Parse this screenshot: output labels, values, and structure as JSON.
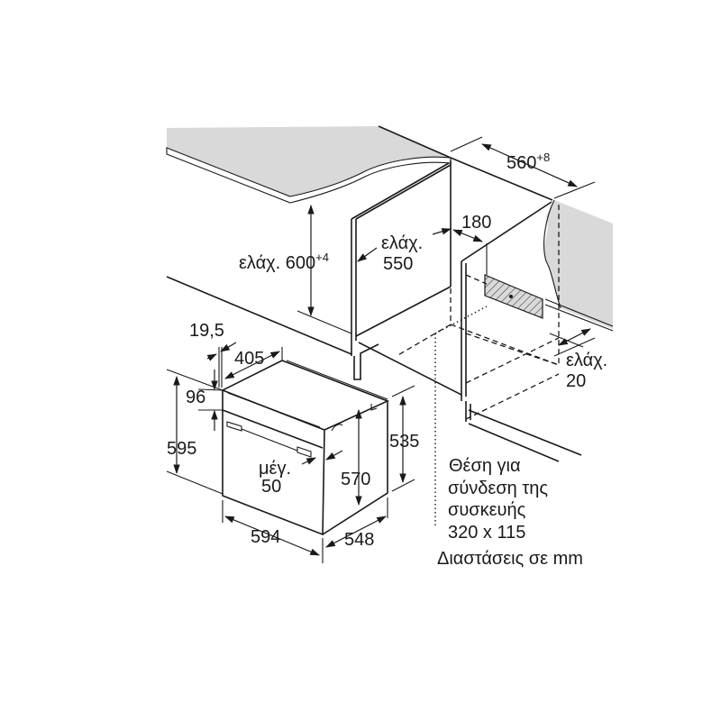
{
  "labels": {
    "depth_560": "560",
    "depth_560_tol": "+8",
    "min_600_prefix": "ελάχ.",
    "min_600": "600",
    "min_600_tol": "+4",
    "min_550_prefix": "ελάχ.",
    "min_550": "550",
    "gap_180": "180",
    "min_20_prefix": "ελάχ.",
    "min_20": "20",
    "d_19_5": "19,5",
    "d_405": "405",
    "d_96": "96",
    "d_595": "595",
    "d_535": "535",
    "max_50_prefix": "μέγ.",
    "max_50": "50",
    "d_570": "570",
    "d_594": "594",
    "d_548": "548"
  },
  "note": {
    "line1": "Θέση για",
    "line2": "σύνδεση της",
    "line3": "συσκευής",
    "line4": "320 x 115",
    "units": "Διαστάσεις σε mm"
  },
  "colors": {
    "surface": "#d9d9d9",
    "line": "#1a1a1a"
  }
}
